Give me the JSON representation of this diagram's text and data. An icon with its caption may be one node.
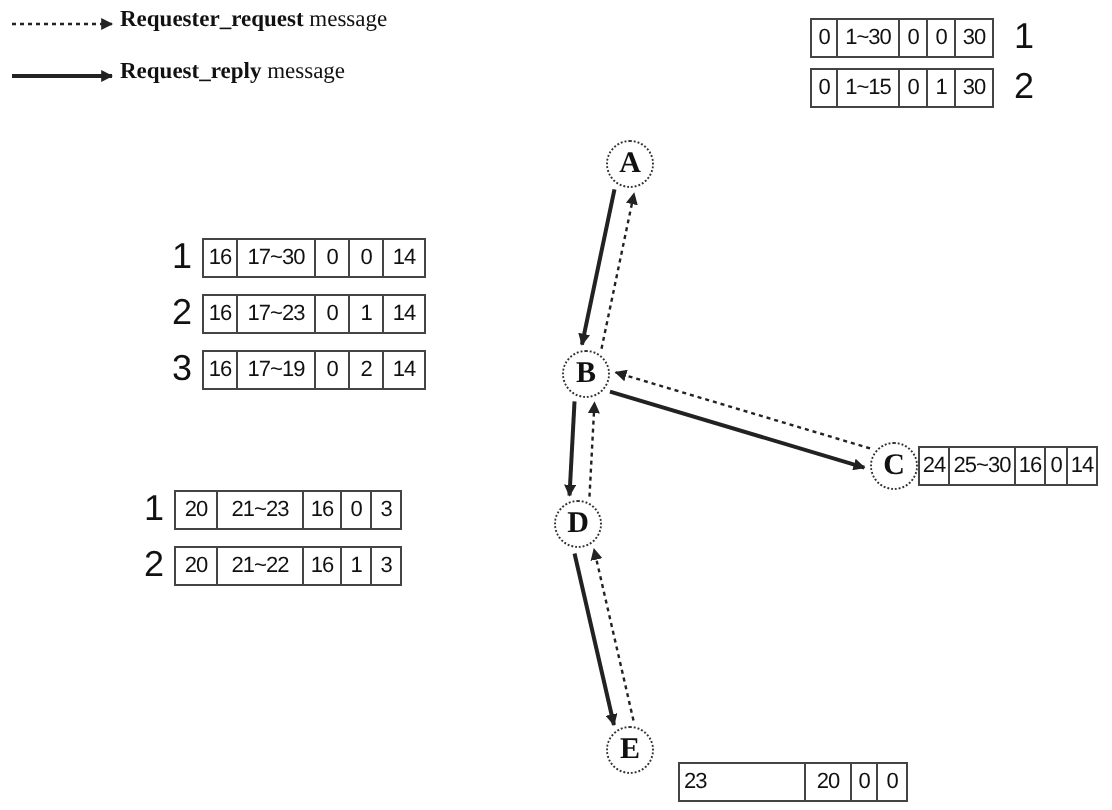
{
  "diagram": {
    "nodes": [
      {
        "text": [
          "A"
        ]
      },
      {
        "text": [
          "B"
        ]
      },
      {
        "text": [
          "C"
        ]
      },
      {
        "text": [
          "D"
        ]
      },
      {
        "text": [
          "E"
        ]
      }
    ],
    "edges": [
      {
        "from": 1,
        "to": 0,
        "arrow": "to",
        "style": "dashed"
      },
      {
        "from": 0,
        "to": 1,
        "arrow": "to"
      },
      {
        "from": 2,
        "to": 1,
        "arrow": "to",
        "style": "dashed"
      },
      {
        "from": 1,
        "to": 2,
        "arrow": "to"
      },
      {
        "from": 3,
        "to": 1,
        "arrow": "to",
        "style": "dashed"
      },
      {
        "from": 1,
        "to": 3,
        "arrow": "to"
      },
      {
        "from": 4,
        "to": 3,
        "arrow": "to",
        "style": "dashed"
      },
      {
        "from": 3,
        "to": 4,
        "arrow": "to"
      }
    ],
    "labels": [
      "0",
      "1~30",
      "0",
      "0",
      "30",
      "1",
      "0",
      "1~15",
      "0",
      "1",
      "30",
      "2",
      "1",
      "16",
      "17~30",
      "0",
      "0",
      "14",
      "2",
      "16",
      "17~23",
      "0",
      "1",
      "14",
      "3",
      "16",
      "17~19",
      "0",
      "2",
      "14",
      "24",
      "25~30",
      "16",
      "0",
      "14",
      "1",
      "20",
      "21~23",
      "16",
      "0",
      "3",
      "2",
      "20",
      "21~22",
      "16",
      "1",
      "3",
      "23",
      "20",
      "0",
      "0"
    ],
    "legend": [
      {
        "text": "**Requester_request** message"
      },
      {
        "text": "**Request_reply** message"
      }
    ]
  }
}
